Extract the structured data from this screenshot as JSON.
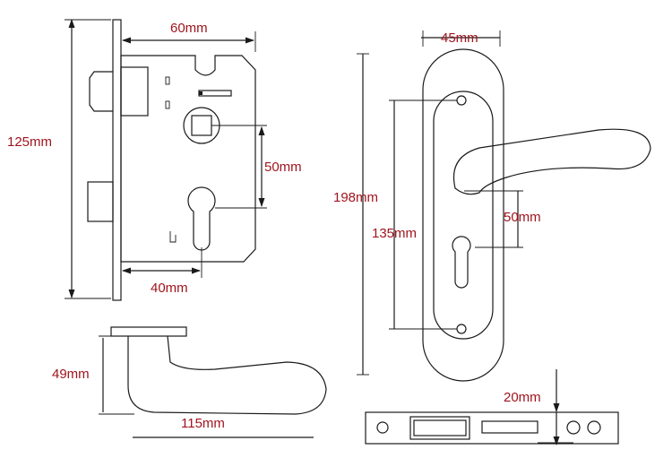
{
  "labels": {
    "lock_width": "60mm",
    "lock_height": "125mm",
    "center_distance": "50mm",
    "backset": "40mm",
    "plate_height": "198mm",
    "plate_width": "45mm",
    "hole_spacing": "135mm",
    "plate_center_distance": "50mm",
    "handle_projection": "49mm",
    "handle_length": "115mm",
    "strike_height": "20mm"
  },
  "colors": {
    "label": "#a0141e",
    "line": "#1a1a1a"
  }
}
